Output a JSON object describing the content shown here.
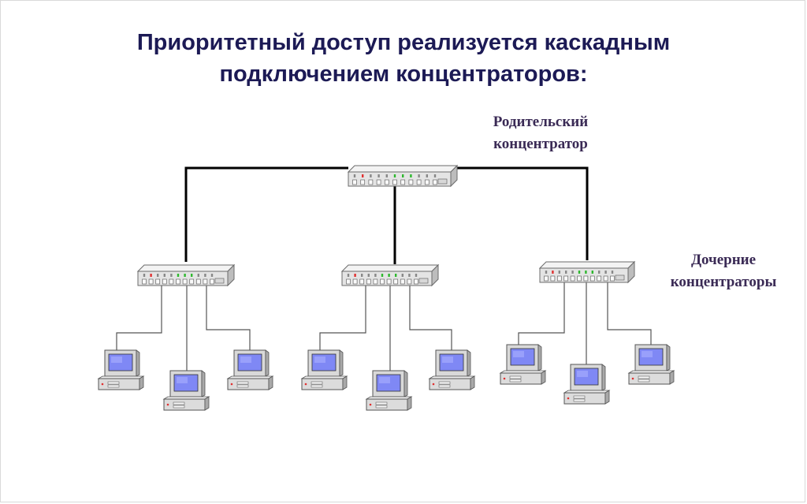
{
  "title": {
    "line1": "Приоритетный доступ реализуется каскадным",
    "line2": "подключением  концентраторов:"
  },
  "labels": {
    "parent_line1": "Родительский",
    "parent_line2": "концентратор",
    "child_line1": "Дочерние",
    "child_line2": "концентраторы"
  },
  "diagram": {
    "hubs": [
      {
        "role": "parent",
        "computers": 0
      },
      {
        "role": "child",
        "computers": 3
      },
      {
        "role": "child",
        "computers": 3
      },
      {
        "role": "child",
        "computers": 3
      }
    ],
    "colors": {
      "link": "#000000",
      "hub_body": "#e4e4e4",
      "led_red": "#e03030",
      "led_green": "#2fb82f",
      "screen": "#7f88f5"
    }
  }
}
